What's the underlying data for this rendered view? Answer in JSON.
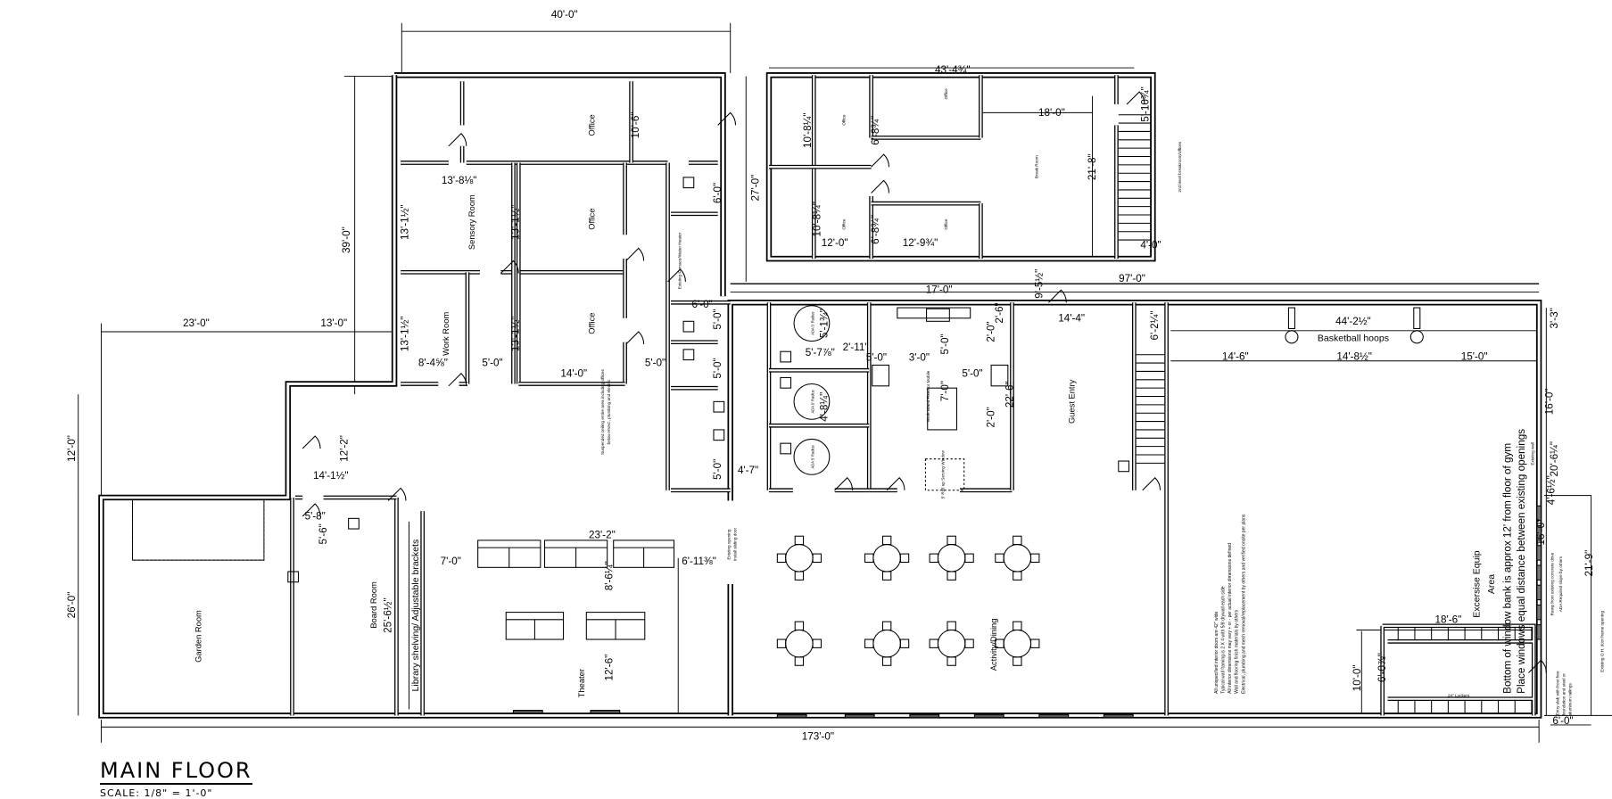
{
  "title": "MAIN FLOOR",
  "scale": "SCALE: 1/8\" = 1'-0\"",
  "rooms": {
    "office_top": "Office",
    "office_mid": "Office",
    "office_low": "Office",
    "sensory": "Sensory Room",
    "work": "Work Room",
    "office_ur1": "Office",
    "office_ur2": "Office",
    "office_ur3": "Office",
    "office_ur4": "Office",
    "break_room": "Break Room",
    "second_level": "2nd level breakroom/offices",
    "garden": "Garden Room",
    "board": "Board Room",
    "library": "Library shelving/ Adjustable brackets",
    "theater": "Theater",
    "dining": "Activity/Dining",
    "guest_entry": "Guest Entry",
    "exercise_1": "Excersise Equip",
    "exercise_2": "Area",
    "furnace": "Existing Furnace/Water Heater"
  },
  "annotations": {
    "hoops": "Basketball hoops",
    "window_1": "Bottom of window bank is approx 12' from floor of gym",
    "window_2": "Place windows equal distance between existing openings",
    "existing_wall": "Existing wall",
    "ramp_1": "Ramp from existing concrete drive",
    "ramp_2": "ADA Required slope by others",
    "oh_door": "Existing O.H. door frame opening",
    "slab_1": "Entry slab with frost free",
    "slab_2": "foundation and steel or",
    "slab_3": "aluminum railings",
    "lockers": "24\" Lockers",
    "ceiling_1": "Suspended ceiling entire area including offices",
    "ceiling_2": "below HVAC, plumbing and electric",
    "opening_1": "Existing opening",
    "opening_2": "Install sliding door",
    "ada_1": "ADA 5' Radius",
    "ada_2": "ADA 5' Radius",
    "ada_3": "ADA 5' Radius",
    "island": "Work Island Fixed or Mobile",
    "rollup": "5' Roll up Serving Window"
  },
  "notes": [
    "All unspecified interior doors are 42\" wide",
    "Typical wall framing is 2 X 4 with 5/8 drywall each side",
    "All interior dimensions may vary + or - per actual interior dimensions defined",
    "Wall and flooring finish materials by others",
    "Electrical, plumbing and mech removal/replacement by others and verified onsite per plans"
  ],
  "dimensions": [
    "40'-0\"",
    "39'-0\"",
    "27'-0\"",
    "10'-6\"",
    "13'-8⅛\"",
    "13'-1½\"",
    "13'-1½\"",
    "13'-1½\"",
    "13'-1½\"",
    "8'-4⅝\"",
    "5'-0\"",
    "14'-0\"",
    "5'-0\"",
    "6'-0\"",
    "6'-0\"",
    "5'-0\"",
    "5'-0\"",
    "5'-0\"",
    "4'-7\"",
    "23'-0\"",
    "13'-0\"",
    "12'-0\"",
    "12'-2\"",
    "14'-1½\"",
    "5'-8\"",
    "5'-6\"",
    "26'-0\"",
    "25'-6½\"",
    "7'-0\"",
    "23'-2\"",
    "6'-11⅜\"",
    "8'-6¼\"",
    "12'-6\"",
    "173'-0\"",
    "43'-4¾\"",
    "10'-8¼\"",
    "10'-8¼\"",
    "6'-8¾\"",
    "6'-8¾\"",
    "12'-0\"",
    "12'-9¾\"",
    "18'-0\"",
    "21'-8\"",
    "5'-10¾\"",
    "4'-0\"",
    "97'-0\"",
    "17'-0\"",
    "9'-5½\"",
    "14'-4\"",
    "6'-2¼\"",
    "44'-2½\"",
    "14'-6\"",
    "14'-8½\"",
    "15'-0\"",
    "3'-3\"",
    "16'-0\"",
    "20'-6¼\"",
    "4'-6½\"",
    "16'-0\"",
    "21'-9\"",
    "18'-6\"",
    "10'-0\"",
    "6'-0⅞\"",
    "6'-0\"",
    "5'-1¾\"",
    "5'-7⅞\"",
    "2'-11\"",
    "5'-0\"",
    "3'-0\"",
    "5'-0\"",
    "2'-0\"",
    "2'-6\"",
    "7'-0\"",
    "5'-0\"",
    "4'-8¼\"",
    "2'-0\"",
    "22'-6\""
  ]
}
